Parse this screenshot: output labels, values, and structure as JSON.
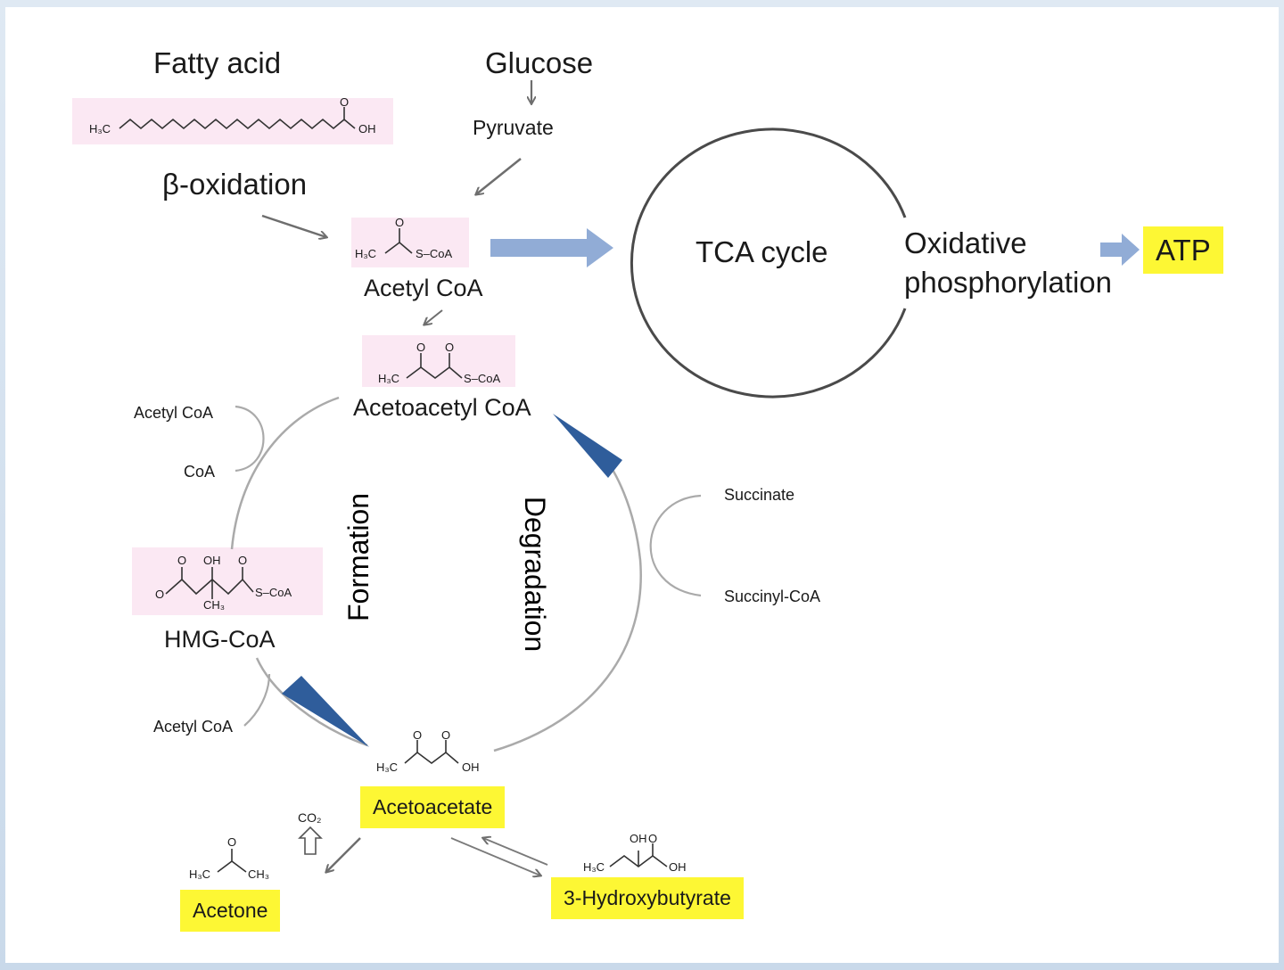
{
  "labels": {
    "fatty_acid": "Fatty acid",
    "glucose": "Glucose",
    "pyruvate": "Pyruvate",
    "beta_oxidation": "β-oxidation",
    "acetyl_coa": "Acetyl CoA",
    "acetoacetyl_coa": "Acetoacetyl CoA",
    "tca_cycle": "TCA cycle",
    "oxidative_1": "Oxidative",
    "oxidative_2": "phosphorylation",
    "atp": "ATP",
    "formation": "Formation",
    "degradation": "Degradation",
    "acetyl_coa_in": "Acetyl CoA",
    "coa_out": "CoA",
    "hmg_coa": "HMG-CoA",
    "acetyl_coa_out": "Acetyl CoA",
    "succinate": "Succinate",
    "succinyl_coa": "Succinyl-CoA",
    "acetoacetate": "Acetoacetate",
    "acetone": "Acetone",
    "hydroxybutyrate": "3-Hydroxybutyrate",
    "co2": "CO₂"
  },
  "structures": {
    "fatty_acid_h3c": "H₃C",
    "fatty_acid_oh": "OH",
    "fatty_acid_o": "O",
    "acetylcoa_h3c": "H₃C",
    "acetylcoa_scoa": "S–CoA",
    "acetylcoa_o": "O",
    "acetoacetylcoa_h3c": "H₃C",
    "acetoacetylcoa_scoa": "S–CoA",
    "acetoacetylcoa_o": "O",
    "hmg_o": "O",
    "hmg_oh": "OH",
    "hmg_ch3": "CH₃",
    "hmg_scoa": "S–CoA",
    "acetoacetate_h3c": "H₃C",
    "acetoacetate_oh": "OH",
    "acetoacetate_o": "O",
    "acetone_h3c": "H₃C",
    "acetone_ch3": "CH₃",
    "acetone_o": "O",
    "hb_h3c": "H₃C",
    "hb_oh": "OH",
    "hb_o": "O"
  },
  "colors": {
    "highlight": "#fdf734",
    "arrow_blue": "#91acd6",
    "enzyme_blue": "#2f5d9b",
    "structure_bg": "#fbe8f3"
  }
}
